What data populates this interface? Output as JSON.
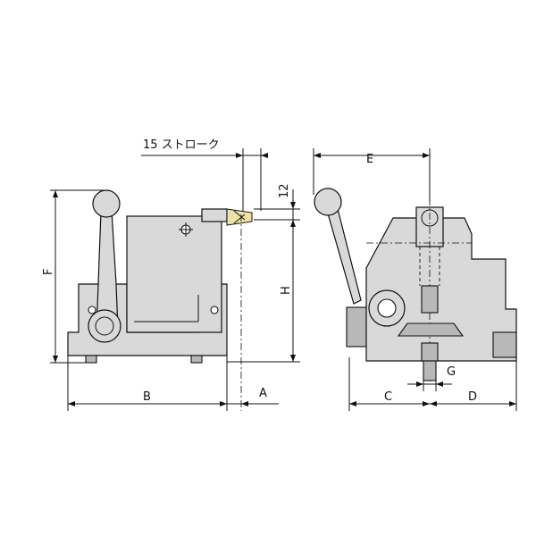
{
  "labels": {
    "stroke": "15 ストローク",
    "twelve": "12",
    "f": "F",
    "h": "H",
    "b": "B",
    "a": "A",
    "e": "E",
    "c": "C",
    "d": "D",
    "g": "G"
  },
  "colors": {
    "body_fill": "#d9d9d9",
    "dark_fill": "#b8b8b8",
    "tip_fill": "#ede3a8",
    "line": "#111111"
  }
}
